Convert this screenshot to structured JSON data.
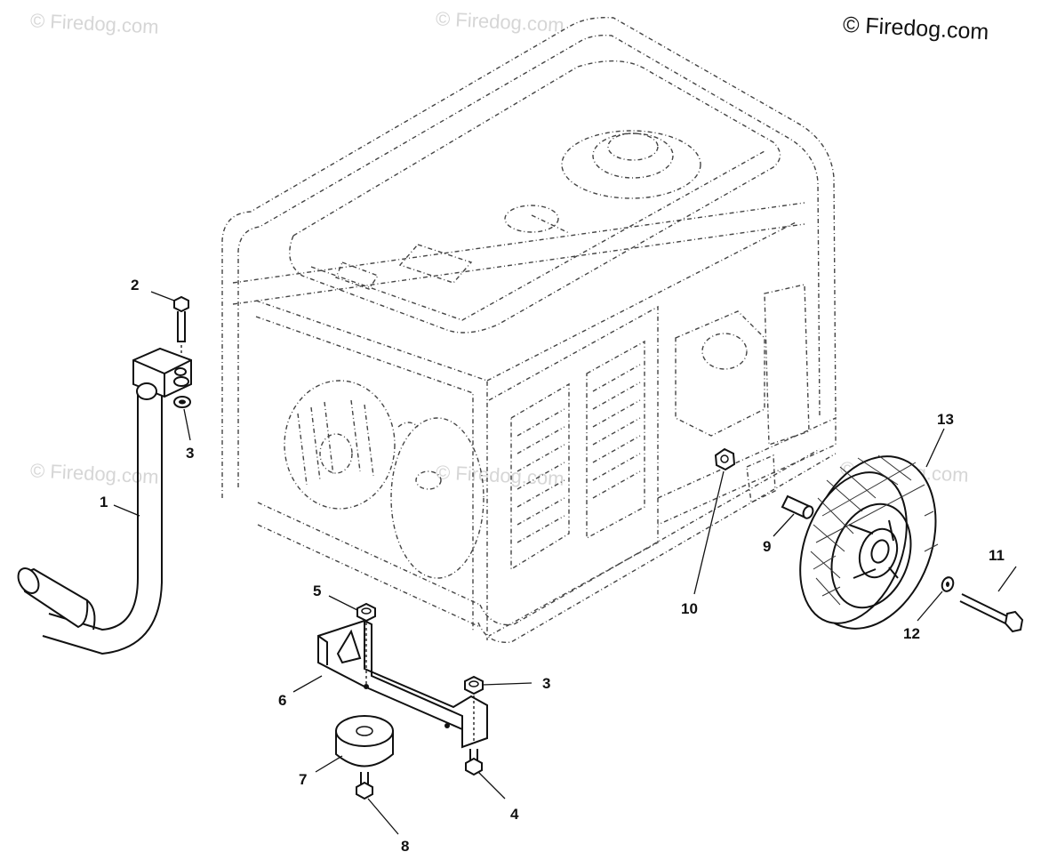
{
  "watermark": {
    "brand": "© Firedog.com",
    "faint": [
      "© Firedog.com",
      "© Firedog.com",
      "© Firedog.com",
      "© Firedog.com",
      "© Firedog.com",
      "© Firedog.com"
    ]
  },
  "callouts": {
    "c1": "1",
    "c2": "2",
    "c3a": "3",
    "c3b": "3",
    "c4": "4",
    "c5": "5",
    "c6": "6",
    "c7": "7",
    "c8": "8",
    "c9": "9",
    "c10": "10",
    "c11": "11",
    "c12": "12",
    "c13": "13"
  }
}
